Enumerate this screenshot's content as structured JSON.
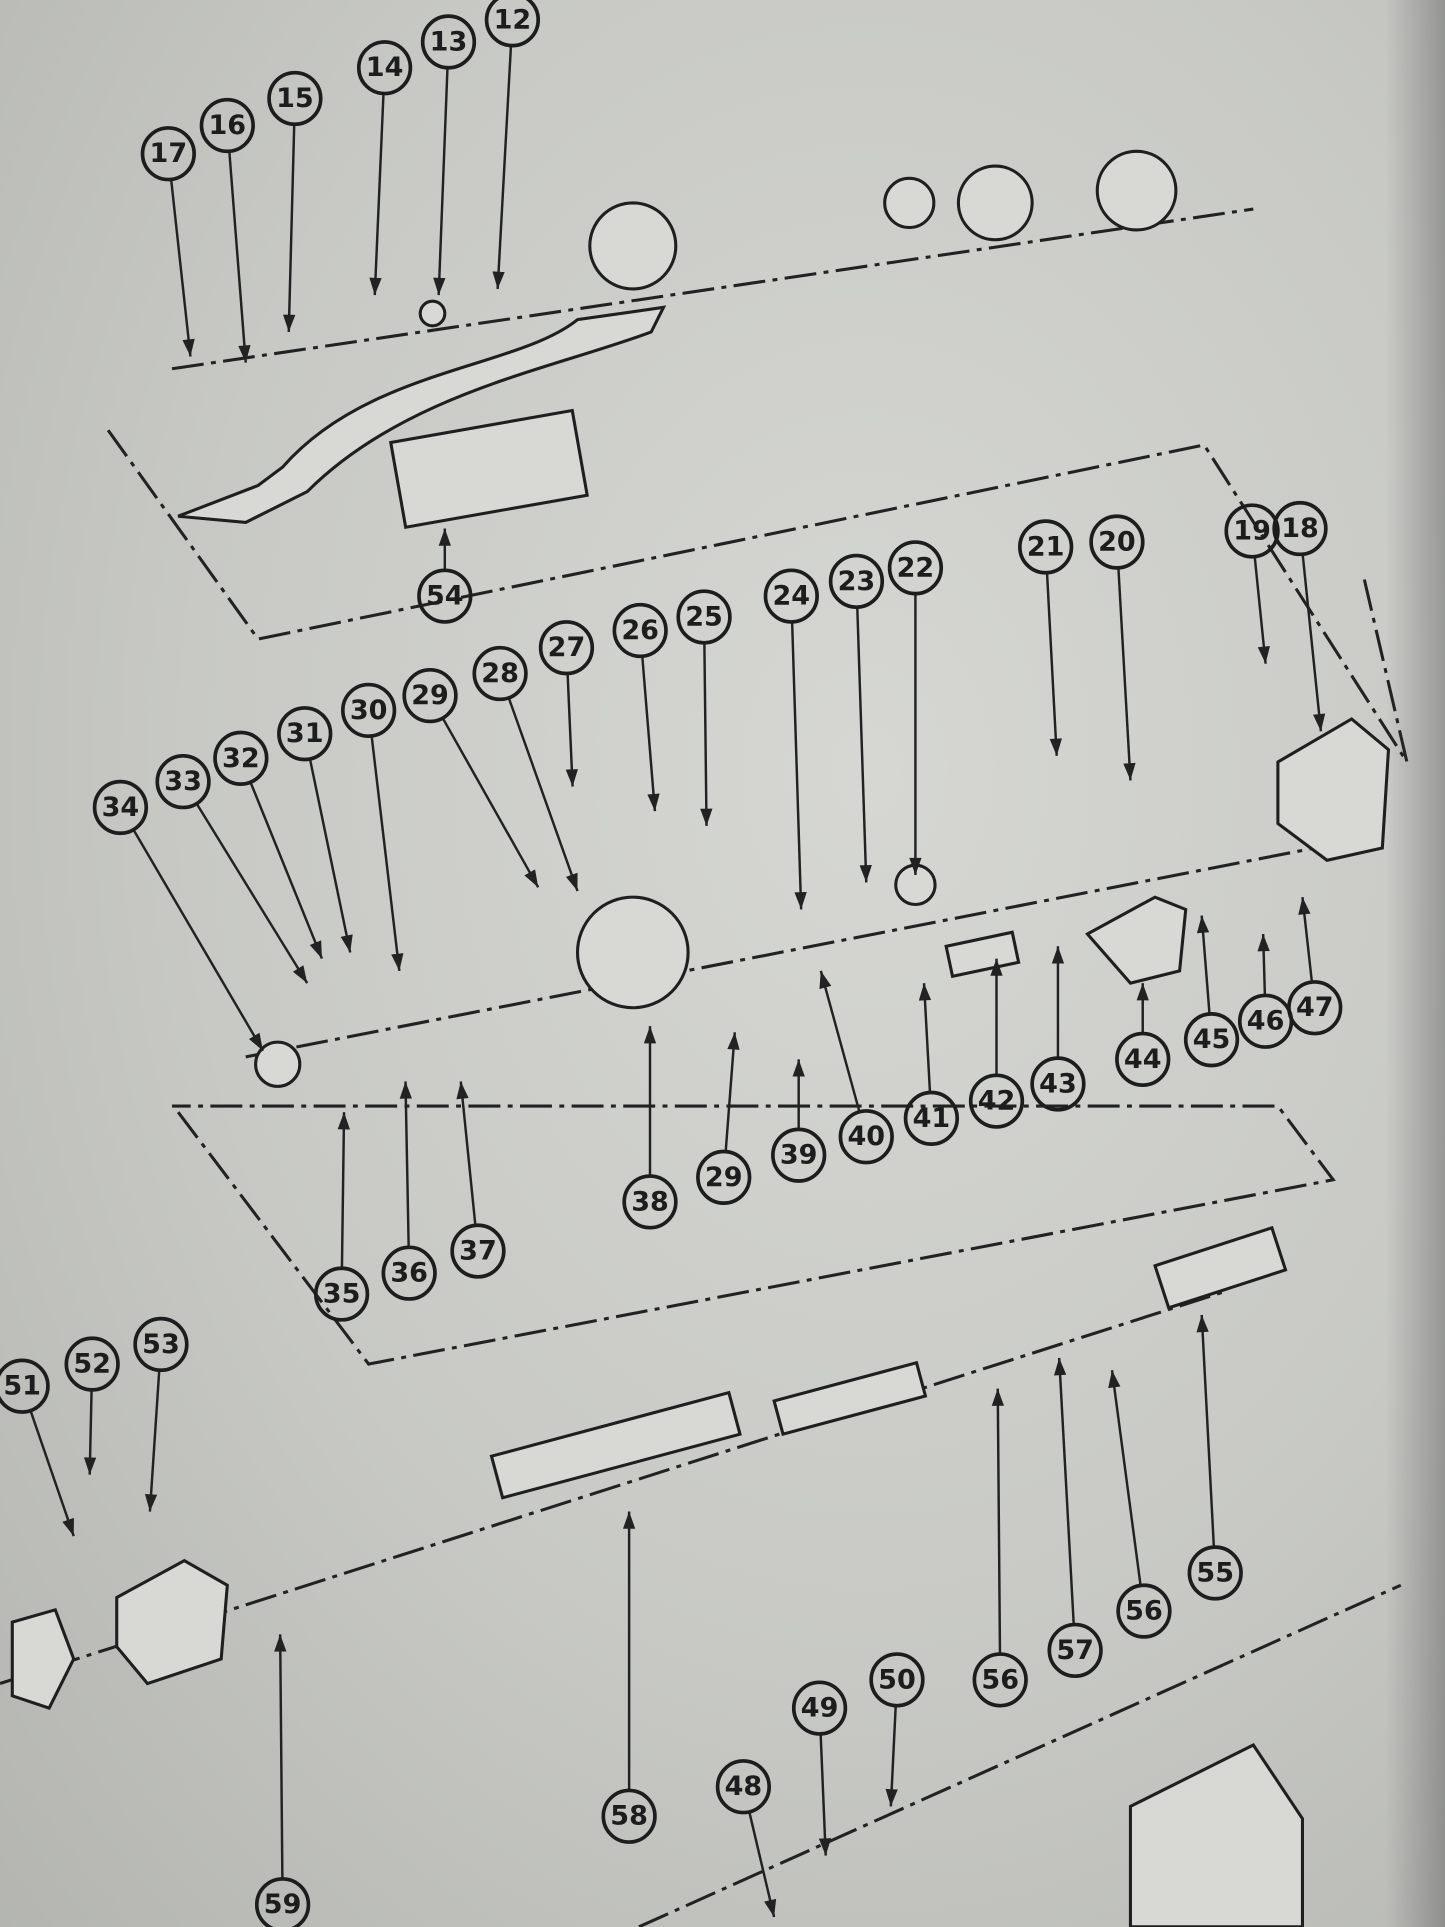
{
  "diagram": {
    "title": "Steering column exploded parts diagram",
    "callouts": [
      "17",
      "16",
      "15",
      "14",
      "13",
      "12",
      "54",
      "22",
      "23",
      "24",
      "25",
      "26",
      "27",
      "28",
      "29",
      "30",
      "31",
      "32",
      "33",
      "34",
      "21",
      "20",
      "19",
      "18",
      "38",
      "29",
      "39",
      "40",
      "41",
      "42",
      "43",
      "44",
      "45",
      "46",
      "47",
      "35",
      "36",
      "37",
      "51",
      "52",
      "53",
      "55",
      "56",
      "57",
      "56",
      "58",
      "48",
      "49",
      "50",
      "59"
    ]
  }
}
